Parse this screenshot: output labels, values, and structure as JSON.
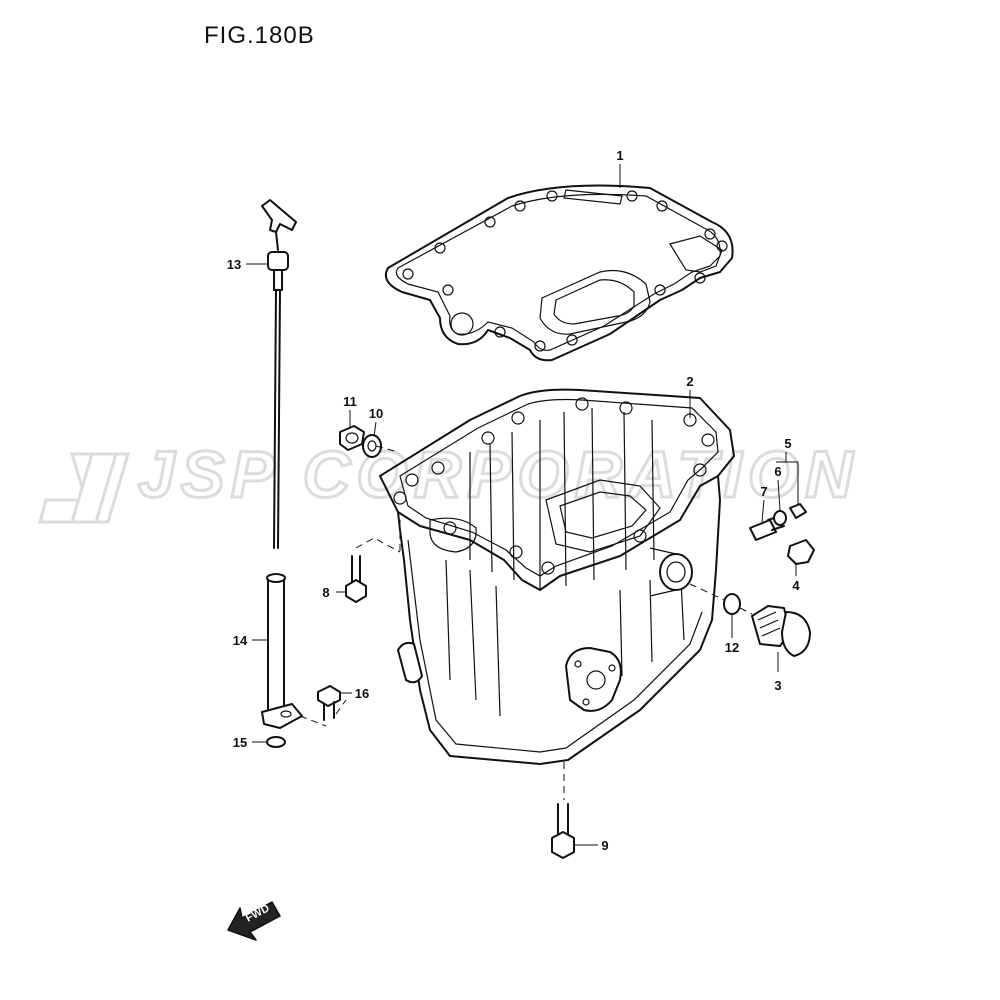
{
  "figure": {
    "title": "FIG.180B"
  },
  "watermark": {
    "text": "JSP CORPORATION"
  },
  "callouts": [
    {
      "id": "c1",
      "label": "1"
    },
    {
      "id": "c2",
      "label": "2"
    },
    {
      "id": "c3",
      "label": "3"
    },
    {
      "id": "c4",
      "label": "4"
    },
    {
      "id": "c5",
      "label": "5"
    },
    {
      "id": "c6",
      "label": "6"
    },
    {
      "id": "c7",
      "label": "7"
    },
    {
      "id": "c8",
      "label": "8"
    },
    {
      "id": "c9",
      "label": "9"
    },
    {
      "id": "c10",
      "label": "10"
    },
    {
      "id": "c11",
      "label": "11"
    },
    {
      "id": "c12",
      "label": "12"
    },
    {
      "id": "c13",
      "label": "13"
    },
    {
      "id": "c14",
      "label": "14"
    },
    {
      "id": "c15",
      "label": "15"
    },
    {
      "id": "c16",
      "label": "16"
    }
  ],
  "direction_marker": {
    "text": "FWD"
  }
}
